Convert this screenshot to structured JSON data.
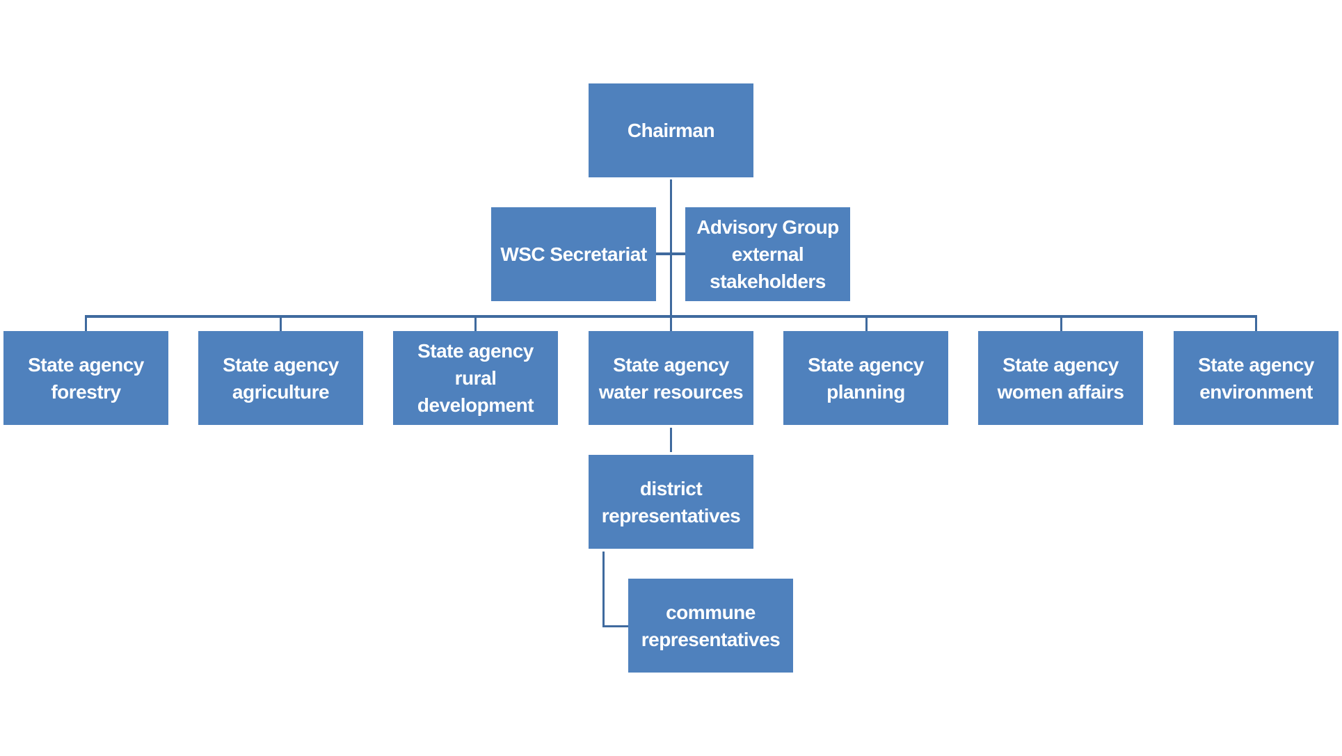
{
  "colors": {
    "box": "#4F81BD",
    "connector": "#3F6A9E",
    "text": "#FFFFFF"
  },
  "chairman": "Chairman",
  "secretariat": "WSC Secretariat",
  "advisory": "Advisory Group\nexternal\nstakeholders",
  "agencies": [
    "State agency\nforestry",
    "State agency\nagriculture",
    "State agency\nrural\ndevelopment",
    "State agency\nwater resources",
    "State agency\nplanning",
    "State agency\nwomen affairs",
    "State agency\nenvironment"
  ],
  "district": "district\nrepresentatives",
  "commune": "commune\nrepresentatives"
}
